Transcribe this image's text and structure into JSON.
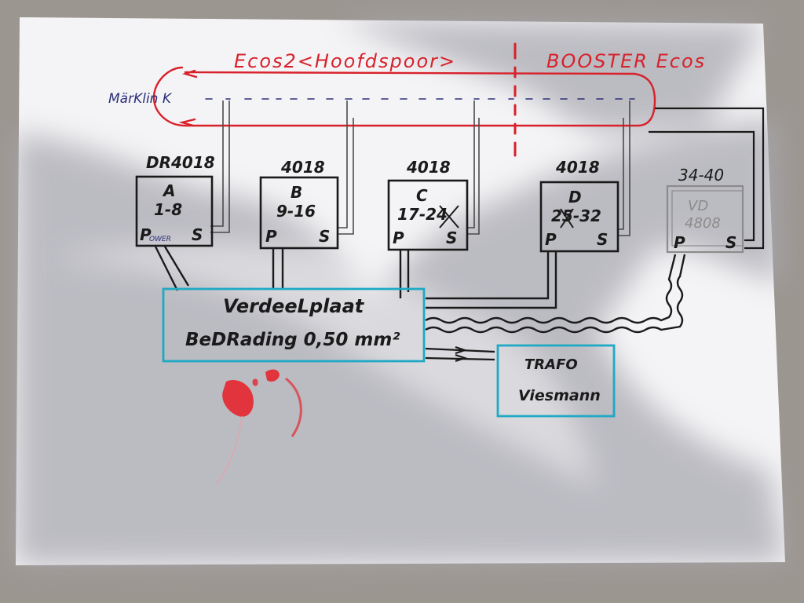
{
  "colors": {
    "table": "#9c9690",
    "paper": "#f4f4f6",
    "shadow": "#a9a9b1",
    "red": "#d8212b",
    "black": "#1a1a1a",
    "blue": "#2a2f78",
    "cyan": "#1fa9c4",
    "grey": "#8c8c8c"
  },
  "track": {
    "left_label": "Ecos2<Hoofdspoor>",
    "right_label": "BOOSTER Ecos",
    "rail_label": "MärKlin K"
  },
  "decoders": [
    {
      "model": "DR4018",
      "group": "A",
      "range": "1-8",
      "p_label": "P",
      "p_sub": "OWER",
      "s_label": "S"
    },
    {
      "model": "4018",
      "group": "B",
      "range": "9-16",
      "p_label": "P",
      "s_label": "S"
    },
    {
      "model": "4018",
      "group": "C",
      "range": "17-24",
      "p_label": "P",
      "s_label": "S"
    },
    {
      "model": "4018",
      "group": "D",
      "range": "25-32",
      "p_label": "P",
      "s_label": "S"
    },
    {
      "model": "34-40",
      "group": "VD",
      "range": "4808",
      "p_label": "P",
      "s_label": "S"
    }
  ],
  "distributor": {
    "line1": "VerdeeLplaat",
    "line2": "BeDRading 0,50 mm²"
  },
  "trafo": {
    "line1": "TRAFO",
    "line2": "Viesmann"
  }
}
